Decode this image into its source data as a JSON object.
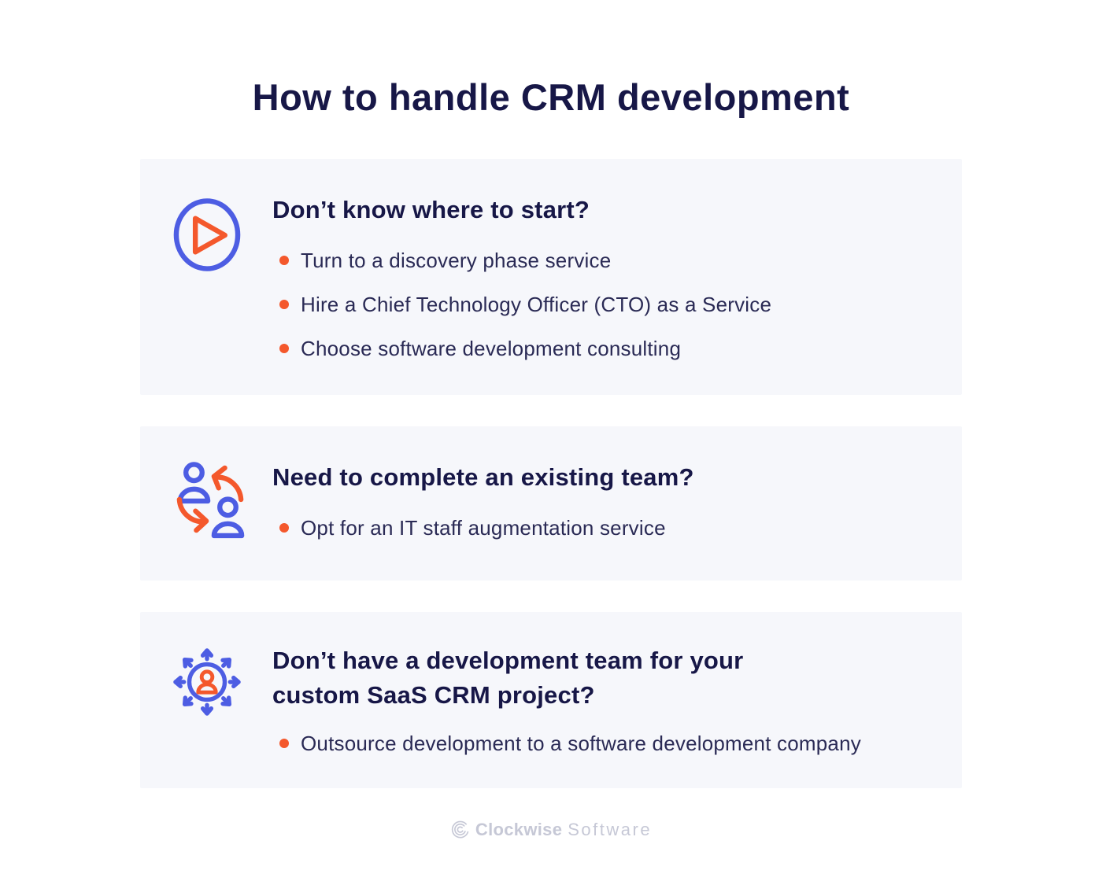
{
  "page": {
    "title": "How to handle CRM development",
    "background": "#ffffff"
  },
  "colors": {
    "accent_orange": "#f4582c",
    "accent_blue": "#4d5de3",
    "heading_navy": "#171747",
    "body_navy": "#2a2a55",
    "card_background": "#f6f7fb",
    "logo_gray": "#c6c8d6"
  },
  "cards": [
    {
      "icon": "play-icon",
      "heading": "Don’t know where to start?",
      "bullets": [
        "Turn to a discovery phase service",
        "Hire a Chief Technology Officer (CTO) as a Service",
        "Choose software development consulting"
      ]
    },
    {
      "icon": "team-exchange-icon",
      "heading": "Need to complete an existing team?",
      "bullets": [
        "Opt for an IT staff augmentation service"
      ]
    },
    {
      "icon": "outsource-network-icon",
      "heading": "Don’t have a development team for your custom SaaS CRM project?",
      "bullets": [
        "Outsource development to a software development company"
      ]
    }
  ],
  "footer": {
    "brand_bold": "Clockwise",
    "brand_light": "Software",
    "logo_icon": "clockwise-spiral-icon"
  }
}
